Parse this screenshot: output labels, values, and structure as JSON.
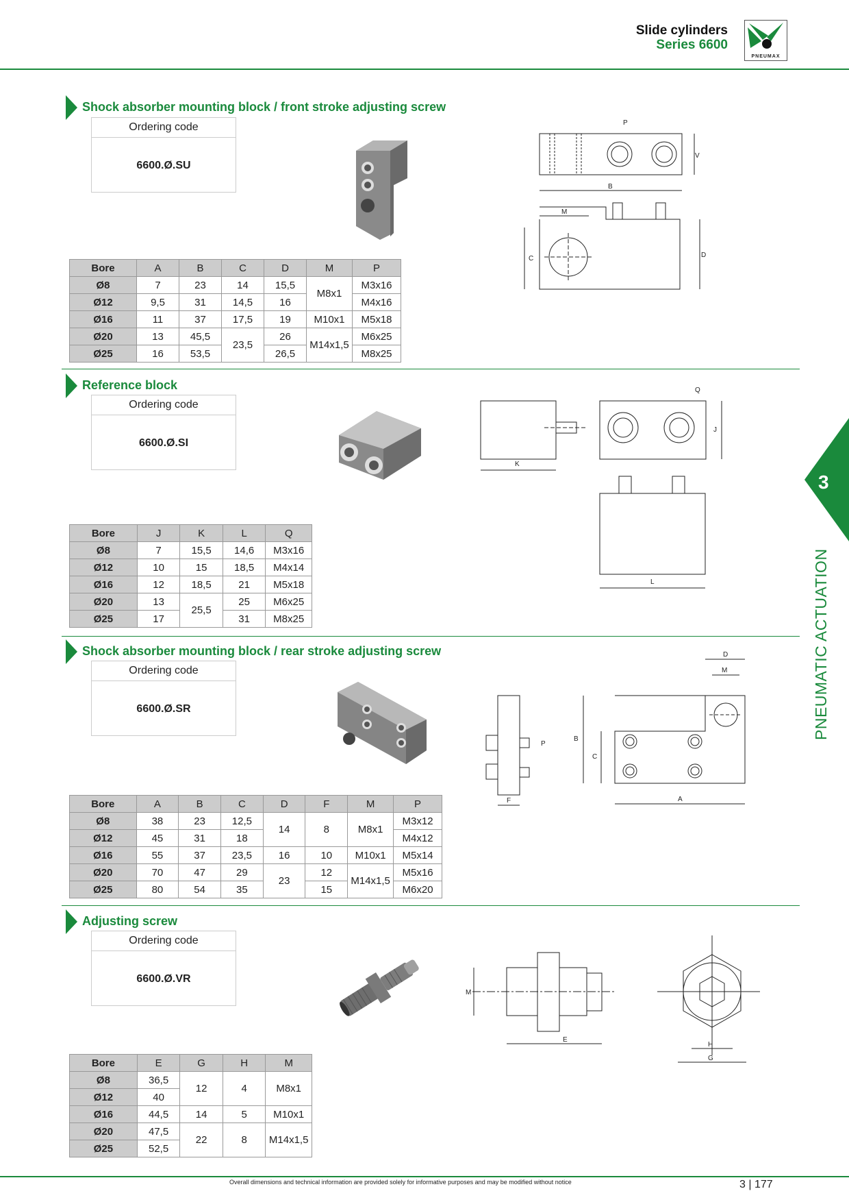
{
  "header": {
    "title": "Slide cylinders",
    "subtitle": "Series 6600",
    "logo_text": "PNEUMAX"
  },
  "side": {
    "chapter": "3",
    "label": "PNEUMATIC ACTUATION"
  },
  "footer": {
    "note": "Overall dimensions and technical information are provided solely for informative purposes and may be modified without notice",
    "page_chapter": "3",
    "page_number": "177"
  },
  "sections": [
    {
      "title": "Shock absorber mounting block / front stroke adjusting screw",
      "ordering_label": "Ordering code",
      "code": "6600.Ø.SU",
      "table": {
        "headers": [
          "Bore",
          "A",
          "B",
          "C",
          "D",
          "M",
          "P"
        ],
        "rows": [
          [
            "Ø8",
            "7",
            "23",
            "14",
            "15,5",
            "M8x1",
            "M3x16"
          ],
          [
            "Ø12",
            "9,5",
            "31",
            "14,5",
            "16",
            "",
            "M4x16"
          ],
          [
            "Ø16",
            "11",
            "37",
            "17,5",
            "19",
            "M10x1",
            "M5x18"
          ],
          [
            "Ø20",
            "13",
            "45,5",
            "23,5",
            "26",
            "M14x1,5",
            "M6x25"
          ],
          [
            "Ø25",
            "16",
            "53,5",
            "",
            "26,5",
            "",
            "M8x25"
          ]
        ]
      },
      "dims": [
        "P",
        "V",
        "B",
        "M",
        "C",
        "D"
      ]
    },
    {
      "title": "Reference block",
      "ordering_label": "Ordering code",
      "code": "6600.Ø.SI",
      "table": {
        "headers": [
          "Bore",
          "J",
          "K",
          "L",
          "Q"
        ],
        "rows": [
          [
            "Ø8",
            "7",
            "15,5",
            "14,6",
            "M3x16"
          ],
          [
            "Ø12",
            "10",
            "15",
            "18,5",
            "M4x14"
          ],
          [
            "Ø16",
            "12",
            "18,5",
            "21",
            "M5x18"
          ],
          [
            "Ø20",
            "13",
            "25,5",
            "25",
            "M6x25"
          ],
          [
            "Ø25",
            "17",
            "",
            "31",
            "M8x25"
          ]
        ]
      },
      "dims": [
        "Q",
        "J",
        "K",
        "L"
      ]
    },
    {
      "title": "Shock absorber mounting block / rear stroke adjusting screw",
      "ordering_label": "Ordering code",
      "code": "6600.Ø.SR",
      "table": {
        "headers": [
          "Bore",
          "A",
          "B",
          "C",
          "D",
          "F",
          "M",
          "P"
        ],
        "rows": [
          [
            "Ø8",
            "38",
            "23",
            "12,5",
            "14",
            "8",
            "M8x1",
            "M3x12"
          ],
          [
            "Ø12",
            "45",
            "31",
            "18",
            "",
            "",
            "",
            "M4x12"
          ],
          [
            "Ø16",
            "55",
            "37",
            "23,5",
            "16",
            "10",
            "M10x1",
            "M5x14"
          ],
          [
            "Ø20",
            "70",
            "47",
            "29",
            "23",
            "12",
            "M14x1,5",
            "M5x16"
          ],
          [
            "Ø25",
            "80",
            "54",
            "35",
            "",
            "15",
            "",
            "M6x20"
          ]
        ]
      },
      "dims": [
        "D",
        "M",
        "P",
        "B",
        "C",
        "F",
        "A"
      ]
    },
    {
      "title": "Adjusting screw",
      "ordering_label": "Ordering code",
      "code": "6600.Ø.VR",
      "table": {
        "headers": [
          "Bore",
          "E",
          "G",
          "H",
          "M"
        ],
        "rows": [
          [
            "Ø8",
            "36,5",
            "12",
            "4",
            "M8x1"
          ],
          [
            "Ø12",
            "40",
            "",
            "",
            ""
          ],
          [
            "Ø16",
            "44,5",
            "14",
            "5",
            "M10x1"
          ],
          [
            "Ø20",
            "47,5",
            "22",
            "8",
            "M14x1,5"
          ],
          [
            "Ø25",
            "52,5",
            "",
            "",
            ""
          ]
        ]
      },
      "dims": [
        "M",
        "E",
        "H",
        "G"
      ]
    }
  ]
}
